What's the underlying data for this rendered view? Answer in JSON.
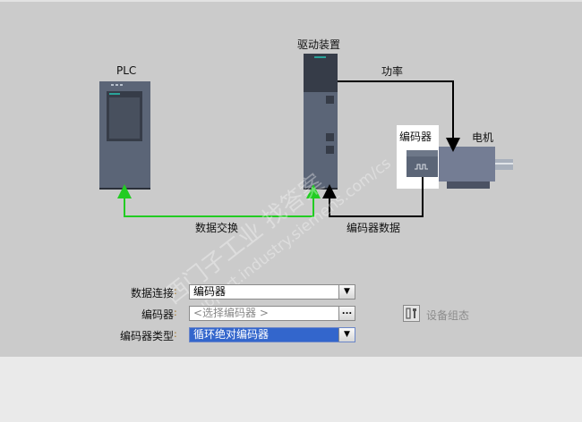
{
  "diagram": {
    "plc_label": "PLC",
    "drive_label": "驱动装置",
    "power_label": "功率",
    "encoder_label": "编码器",
    "motor_label": "电机",
    "data_exchange_label": "数据交换",
    "encoder_data_label": "编码器数据",
    "colors": {
      "data_exchange": "#22cc22",
      "power": "#000000",
      "device": "#5a6475"
    }
  },
  "form": {
    "rows": [
      {
        "label": "数据连接",
        "colon": ":",
        "value": "编码器"
      },
      {
        "label": "编码器",
        "colon": ":",
        "placeholder": "<选择编码器 >",
        "button": "..."
      },
      {
        "label": "编码器类型",
        "colon": ":",
        "value": "循环绝对编码器"
      }
    ],
    "device_config_label": "设备组态"
  },
  "watermark": {
    "line1": "西门子工业  找答案",
    "line2": "support.industry.siemens.com/cs"
  }
}
